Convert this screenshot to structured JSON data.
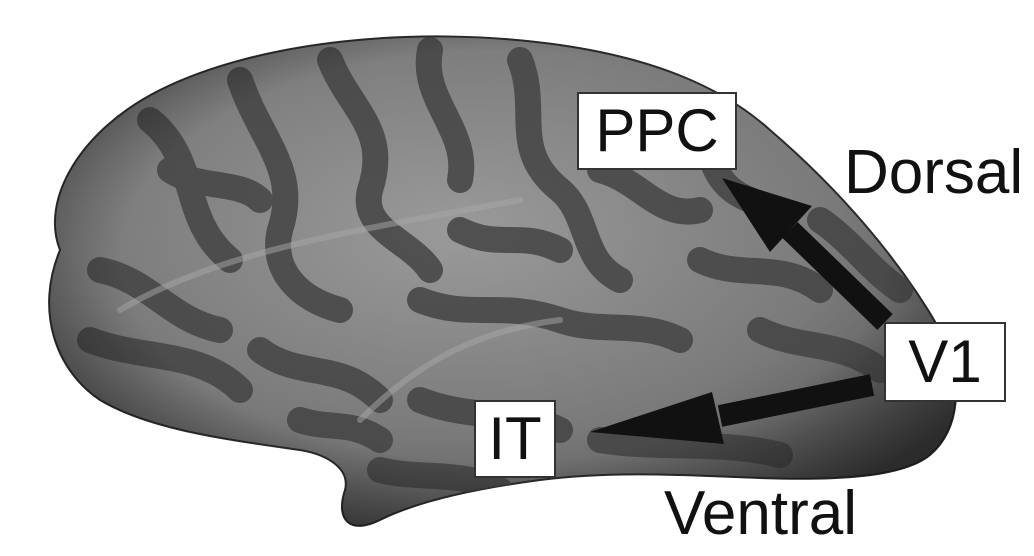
{
  "figure": {
    "labels": {
      "ppc": "PPC",
      "v1": "V1",
      "it": "IT",
      "dorsal": "Dorsal",
      "ventral": "Ventral"
    },
    "colors": {
      "brain_dark": "#4a4a4a",
      "brain_light": "#8a8a8a",
      "arrow": "#111111",
      "label_box_border": "#333333",
      "background": "#ffffff"
    },
    "arrows": [
      {
        "from": "V1",
        "to": "PPC",
        "stream": "Dorsal"
      },
      {
        "from": "V1",
        "to": "IT",
        "stream": "Ventral"
      }
    ]
  }
}
